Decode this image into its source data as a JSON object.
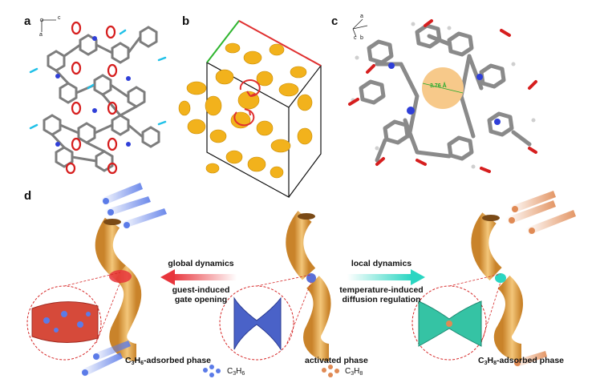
{
  "panels": {
    "a": {
      "label": "a",
      "axis_labels": [
        "c",
        "a"
      ]
    },
    "b": {
      "label": "b"
    },
    "c": {
      "label": "c",
      "axis_labels": [
        "a",
        "c",
        "b"
      ],
      "pore_size": "3.76 Å"
    },
    "d": {
      "label": "d"
    }
  },
  "arrows": {
    "left": {
      "title": "global dynamics",
      "caption": [
        "guest-induced",
        "gate opening"
      ]
    },
    "right": {
      "title": "local dynamics",
      "caption": [
        "temperature-induced",
        "diffusion regulation"
      ]
    }
  },
  "phases": {
    "left": {
      "prefix": "C",
      "sub1": "3",
      "mid": "H",
      "sub2": "6",
      "suffix": "-adsorbed phase"
    },
    "center": {
      "label": "activated phase"
    },
    "right": {
      "prefix": "C",
      "sub1": "3",
      "mid": "H",
      "sub2": "8",
      "suffix": "-adsorbed phase"
    }
  },
  "legend": {
    "c3h6": {
      "prefix": "C",
      "sub1": "3",
      "mid": "H",
      "sub2": "6"
    },
    "c3h8": {
      "prefix": "C",
      "sub1": "3",
      "mid": "H",
      "sub2": "8"
    }
  },
  "colors": {
    "tube": "#e9a84a",
    "red_arrow": "#e8353c",
    "teal_arrow": "#2ad6c2",
    "blue_molecule": "#5b7be8",
    "orange_molecule": "#e08a54",
    "isosurface": "#f2b21c",
    "pore_disc": "#f7c98a",
    "pore_text": "#1faa2a"
  }
}
